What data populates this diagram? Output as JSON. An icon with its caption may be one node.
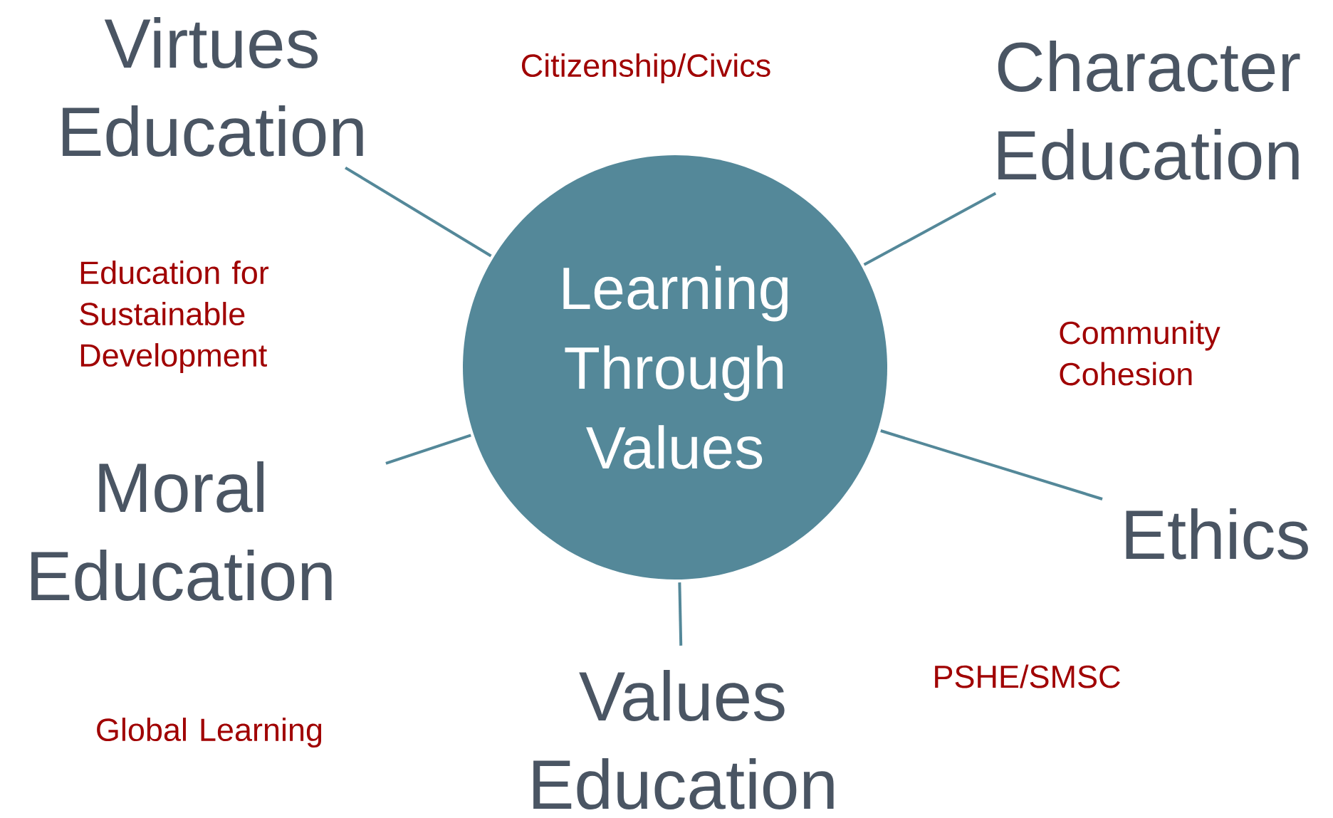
{
  "diagram": {
    "nodes": [
      {
        "text": [
          "Virtues Education"
        ]
      },
      {
        "text": [
          "Character Education"
        ]
      },
      {
        "text": [
          "Learning Through Values"
        ]
      },
      {
        "text": [
          "Moral Education"
        ]
      },
      {
        "text": [
          "Ethics"
        ]
      },
      {
        "text": [
          "Values Education"
        ]
      }
    ],
    "edges": [
      {
        "from": 2,
        "to": 0,
        "arrow": "none"
      },
      {
        "from": 2,
        "to": 1,
        "arrow": "none"
      },
      {
        "from": 2,
        "to": 3,
        "arrow": "none"
      },
      {
        "from": 2,
        "to": 4,
        "arrow": "none"
      },
      {
        "from": 2,
        "to": 5,
        "arrow": "none"
      }
    ],
    "labels": [
      "Citizenship/Civics",
      "Education for Sustainable Development",
      "Community Cohesion",
      "PSHE/SMSC",
      "Global Learning"
    ]
  }
}
